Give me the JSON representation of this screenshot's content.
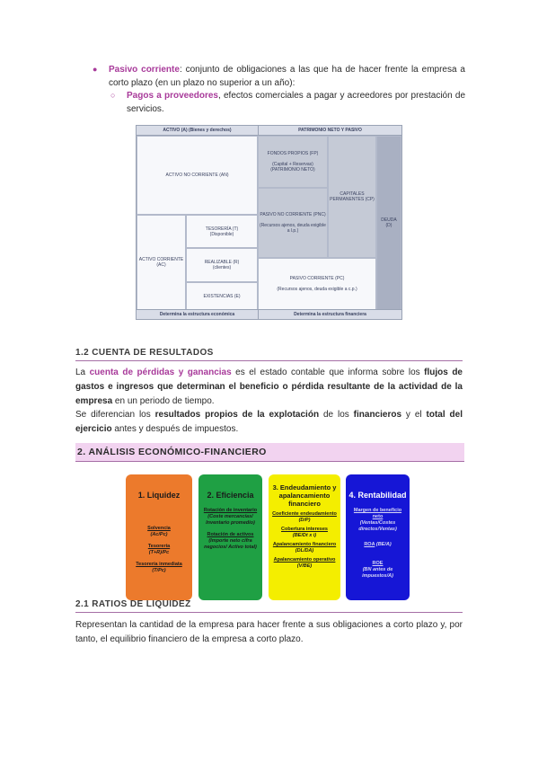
{
  "bullets": {
    "pasivo_term": "Pasivo corriente",
    "pasivo_text": ": conjunto de obligaciones a las que ha de hacer frente la empresa a corto plazo (en un plazo no superior a un año):",
    "pagos_term": "Pagos a proveedores",
    "pagos_text": ", efectos comerciales a pagar y acreedores por prestación de servicios."
  },
  "balance_sheet": {
    "header_left": "ACTIVO (A) (Bienes y derechos)",
    "header_right": "PATRIMONIO NETO Y PASIVO",
    "activo_no_corriente": "ACTIVO NO CORRIENTE (AN)",
    "activo_corriente": "ACTIVO CORRIENTE (AC)",
    "tesoreria": "TESORERÍA (T)",
    "tesoreria_sub": "(Disponible)",
    "realizable": "REALIZABLE (R)",
    "realizable_sub": "(clientes)",
    "existencias": "EXISTENCIAS (E)",
    "fondos_propios": "FONDOS PROPIOS (FP)",
    "fondos_propios_sub": "(Capital + Reservas) (PATRIMONIO NETO)",
    "pasivo_no_corriente": "PASIVO NO CORRIENTE (PNC)",
    "pasivo_no_corriente_sub": "(Recursos ajenos, deuda exigible a l.p.)",
    "capitales_permanentes": "CAPITALES PERMANENTES (CP)",
    "deuda": "DEUDA (D)",
    "pasivo_corriente": "PASIVO CORRIENTE (PC)",
    "pasivo_corriente_sub": "(Recursos ajenos, deuda exigible a c.p.)",
    "footer_left": "Determina la estructura económica",
    "footer_right": "Determina la estructura financiera"
  },
  "section_1_2": {
    "heading": "1.2 CUENTA DE RESULTADOS",
    "p1_a": "La ",
    "p1_term": "cuenta de pérdidas y ganancias",
    "p1_b": " es el estado contable que informa sobre los ",
    "p1_bold": "flujos de gastos e ingresos que determinan el beneficio o pérdida resultante de la actividad de la empresa",
    "p1_c": " en un periodo de tiempo.",
    "p2_a": "Se diferencian los ",
    "p2_bold1": "resultados propios de la explotación",
    "p2_b": " de los ",
    "p2_bold2": "financieros",
    "p2_c": " y el ",
    "p2_bold3": "total del ejercicio",
    "p2_d": " antes y después de impuestos."
  },
  "section_2": {
    "heading": "2. ANÁLISIS ECONÓMICO-FINANCIERO"
  },
  "ratio_boxes": {
    "liquidez": {
      "title": "1. Liquidez",
      "i1": "Solvencia",
      "i1f": "(Ac/Pc)",
      "i2": "Tesorería",
      "i2f": "(T+R)/Pc",
      "i3": "Tesorería inmediata",
      "i3f": "(T/Pc)"
    },
    "eficiencia": {
      "title": "2. Eficiencia",
      "i1": "Rotación de inventario",
      "i1f": "(Coste mercancías/ Inventario promedio)",
      "i2": "Rotación de activos",
      "i2f": "(Importe neto cifra negocios/ Activo total)"
    },
    "endeudamiento": {
      "title": "3. Endeudamiento y apalancamiento financiero",
      "i1": "Coeficiente endeudamiento",
      "i1f": "(D/P)",
      "i2": "Cobertura intereses",
      "i2f": "(BE/Dt x i)",
      "i3": "Apalancamiento financiero",
      "i3f": "(DL/DA)",
      "i4": "Apalancamiento operativo",
      "i4f": "(V/BE)"
    },
    "rentabilidad": {
      "title": "4. Rentabilidad",
      "i1": "Margen de beneficio neto",
      "i1f": "(Ventas/Costes directos/Ventas)",
      "i2": "ROA",
      "i2f": "(BE/A)",
      "i3": "ROE",
      "i3f": "(BN antes de impuestos/A)"
    }
  },
  "section_2_1": {
    "heading": "2.1 RATIOS DE LIQUIDEZ",
    "p": "Representan la cantidad de la empresa para hacer frente a sus obligaciones a corto plazo y, por tanto, el equilibrio financiero de la empresa a corto plazo."
  }
}
